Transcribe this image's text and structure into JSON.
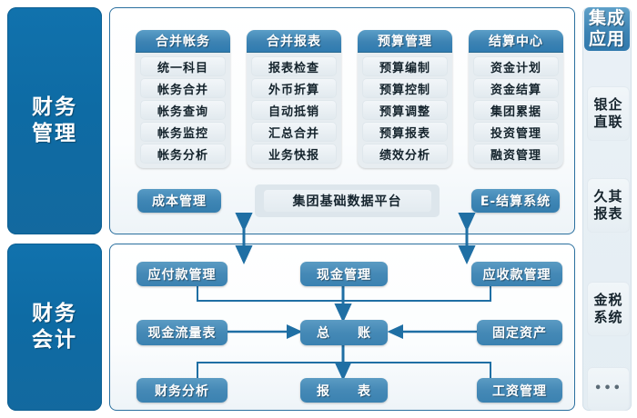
{
  "diagram": {
    "title": "财务管理与财务会计系统架构图",
    "colors": {
      "category_blue": "#0e6ba4",
      "header_blue": "#3d83b3",
      "box_blue": "#4589b6",
      "sub_bg": "#e7edf1",
      "panel_bg": "#ffffff",
      "connector": "#1f6fa4"
    }
  },
  "categories": [
    {
      "id": "financial-management",
      "label": "财务\n管理"
    },
    {
      "id": "financial-accounting",
      "label": "财务\n会计"
    }
  ],
  "top_panel": {
    "columns": [
      {
        "id": "merged-accounting",
        "header": "合并帐务",
        "items": [
          "统一科目",
          "帐务合并",
          "帐务查询",
          "帐务监控",
          "帐务分析"
        ]
      },
      {
        "id": "merged-statements",
        "header": "合并报表",
        "items": [
          "报表检查",
          "外币折算",
          "自动抵销",
          "汇总合并",
          "业务快报"
        ]
      },
      {
        "id": "budget-management",
        "header": "预算管理",
        "items": [
          "预算编制",
          "预算控制",
          "预算调整",
          "预算报表",
          "绩效分析"
        ]
      },
      {
        "id": "settlement-center",
        "header": "结算中心",
        "items": [
          "资金计划",
          "资金结算",
          "集团累据",
          "投资管理",
          "融资管理"
        ]
      }
    ],
    "cost_management": "成本管理",
    "data_platform": "集团基础数据平台",
    "e_settlement": "E-结算系统"
  },
  "bottom_panel": {
    "boxes": [
      {
        "id": "accounts-payable",
        "label": "应付款管理",
        "row": 1,
        "col": "left"
      },
      {
        "id": "cash-management",
        "label": "现金管理",
        "row": 1,
        "col": "center"
      },
      {
        "id": "accounts-receivable",
        "label": "应收款管理",
        "row": 1,
        "col": "right"
      },
      {
        "id": "cash-flow-statement",
        "label": "现金流量表",
        "row": 2,
        "col": "left"
      },
      {
        "id": "general-ledger",
        "label": "总　　账",
        "row": 2,
        "col": "center"
      },
      {
        "id": "fixed-assets",
        "label": "固定资产",
        "row": 2,
        "col": "right"
      },
      {
        "id": "financial-analysis",
        "label": "财务分析",
        "row": 3,
        "col": "left"
      },
      {
        "id": "reports",
        "label": "报　　表",
        "row": 3,
        "col": "center"
      },
      {
        "id": "payroll-management",
        "label": "工资管理",
        "row": 3,
        "col": "right"
      }
    ]
  },
  "integration_rail": {
    "header": "集成\n应用",
    "items": [
      {
        "id": "bank-enterprise-link",
        "label": "银企\n直联"
      },
      {
        "id": "jiuqi-reports",
        "label": "久其\n报表"
      },
      {
        "id": "golden-tax-system",
        "label": "金税\n系统"
      },
      {
        "id": "more-ellipsis",
        "label": "•••"
      }
    ]
  }
}
